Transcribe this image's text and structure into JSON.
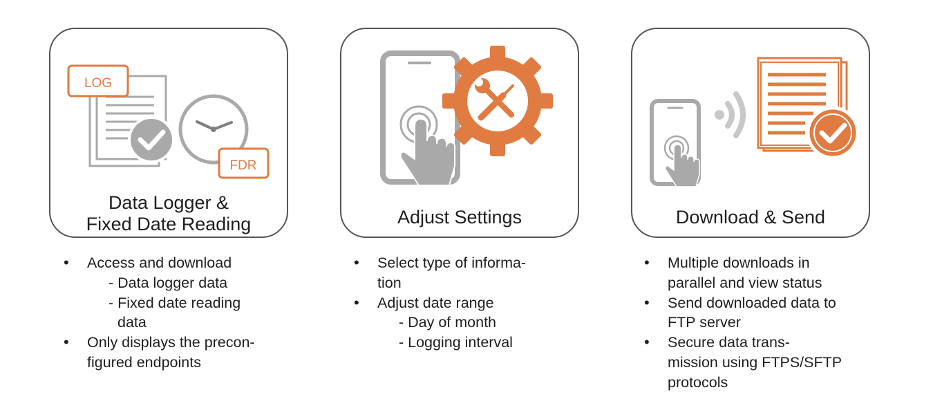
{
  "accent_color": "#e07b42",
  "gray_color": "#a9a9a9",
  "cards": [
    {
      "title_lines": [
        "Data Logger &",
        "Fixed Date Reading"
      ],
      "badges": [
        "LOG",
        "FDR"
      ],
      "icons": [
        "document-icon",
        "checkmark-icon",
        "clock-icon"
      ],
      "bullets": [
        {
          "lines": [
            "Access and download"
          ],
          "subs": [
            {
              "lines": [
                "- Data logger data"
              ]
            },
            {
              "lines": [
                "- Fixed date reading",
                "data"
              ]
            }
          ]
        },
        {
          "lines": [
            "Only displays the precon-",
            "figured endpoints"
          ]
        }
      ]
    },
    {
      "title_lines": [
        "Adjust Settings"
      ],
      "icons": [
        "smartphone-icon",
        "touch-hand-icon",
        "gear-icon",
        "tools-icon"
      ],
      "bullets": [
        {
          "lines": [
            "Select type of informa-",
            "tion"
          ]
        },
        {
          "lines": [
            "Adjust date range"
          ],
          "subs": [
            {
              "lines": [
                "- Day of month"
              ]
            },
            {
              "lines": [
                "- Logging interval"
              ]
            }
          ]
        }
      ]
    },
    {
      "title_lines": [
        "Download & Send"
      ],
      "icons": [
        "smartphone-icon",
        "touch-hand-icon",
        "wireless-signal-icon",
        "document-icon",
        "checkmark-icon"
      ],
      "bullets": [
        {
          "lines": [
            "Multiple downloads in",
            "parallel and view status"
          ]
        },
        {
          "lines": [
            "Send downloaded data to",
            "FTP server"
          ]
        },
        {
          "lines": [
            "Secure data trans-",
            "mission using FTPS/SFTP",
            "protocols"
          ]
        }
      ]
    }
  ]
}
